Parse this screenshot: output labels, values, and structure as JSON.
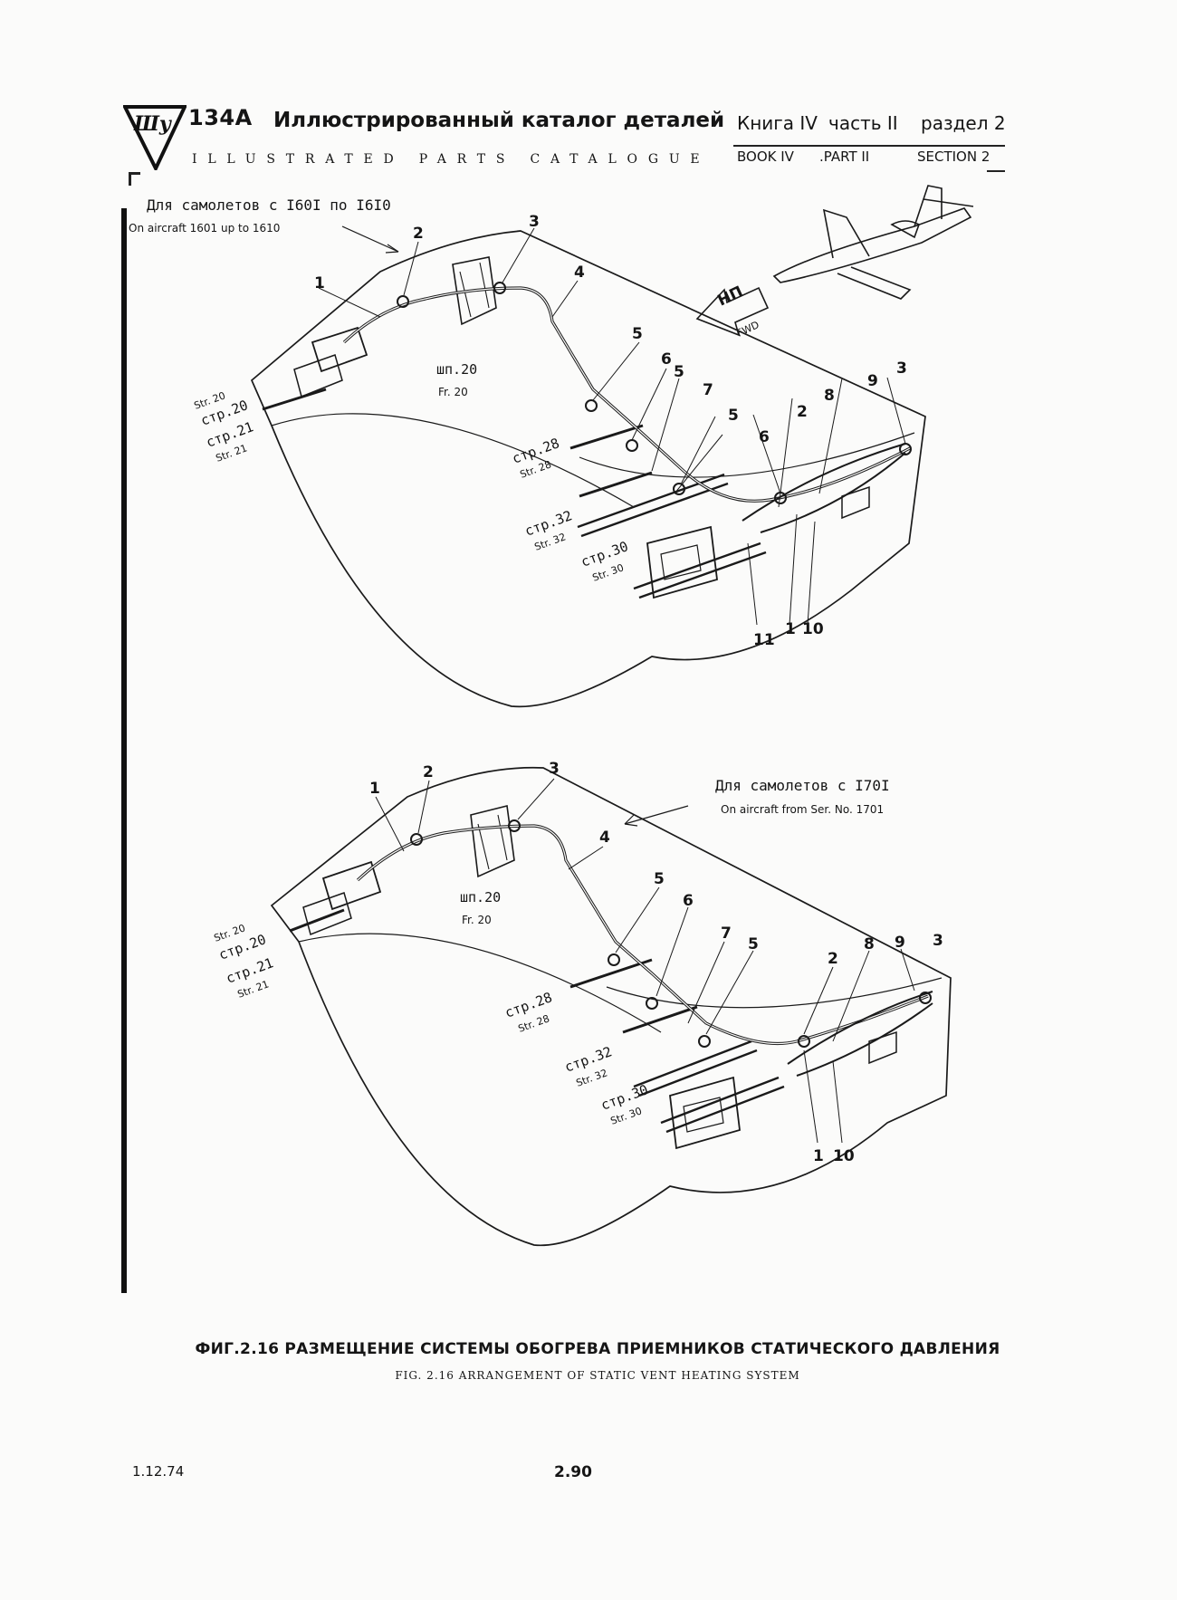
{
  "header": {
    "model": "134A",
    "title_ru": "Иллюстрированный каталог деталей",
    "title_en": "ILLUSTRATED PARTS CATALOGUE",
    "book_ru": "Книга IV",
    "part_ru": "часть II",
    "section_ru": "раздел 2",
    "book_en": "BOOK IV",
    "part_en": ".PART II",
    "section_en": "SECTION 2"
  },
  "direction": {
    "ru": "НП",
    "en": "FWD"
  },
  "views": [
    {
      "effectivity_ru": "Для самолетов с I60I по I6I0",
      "effectivity_en": "On aircraft 1601 up to 1610",
      "frame_ru": "шп.20",
      "frame_en": "Fr. 20",
      "stringers": [
        {
          "ru": "стр.20",
          "en": "Str. 20"
        },
        {
          "ru": "стр.21",
          "en": "Str. 21"
        },
        {
          "ru": "стр.28",
          "en": "Str. 28"
        },
        {
          "ru": "стр.32",
          "en": "Str. 32"
        },
        {
          "ru": "стр.30",
          "en": "Str. 30"
        }
      ],
      "callouts": [
        "1",
        "2",
        "3",
        "4",
        "5",
        "6",
        "5",
        "7",
        "5",
        "6",
        "2",
        "8",
        "9",
        "3",
        "11",
        "1",
        "10"
      ]
    },
    {
      "effectivity_ru": "Для самолетов с I70I",
      "effectivity_en": "On aircraft from Ser. No. 1701",
      "frame_ru": "шп.20",
      "frame_en": "Fr. 20",
      "stringers": [
        {
          "ru": "стр.20",
          "en": "Str. 20"
        },
        {
          "ru": "стр.21",
          "en": "Str. 21"
        },
        {
          "ru": "стр.28",
          "en": "Str. 28"
        },
        {
          "ru": "стр.32",
          "en": "Str. 32"
        },
        {
          "ru": "стр.30",
          "en": "Str. 30"
        }
      ],
      "callouts": [
        "1",
        "2",
        "3",
        "4",
        "5",
        "6",
        "7",
        "5",
        "2",
        "8",
        "9",
        "3",
        "1",
        "10"
      ]
    }
  ],
  "caption": {
    "ru": "ФИГ.2.16 РАЗМЕЩЕНИЕ СИСТЕМЫ ОБОГРЕВА ПРИЕМНИКОВ СТАТИЧЕСКОГО ДАВЛЕНИЯ",
    "en": "FIG. 2.16 ARRANGEMENT OF STATIC VENT HEATING SYSTEM"
  },
  "footer": {
    "date": "1.12.74",
    "page": "2.90"
  }
}
